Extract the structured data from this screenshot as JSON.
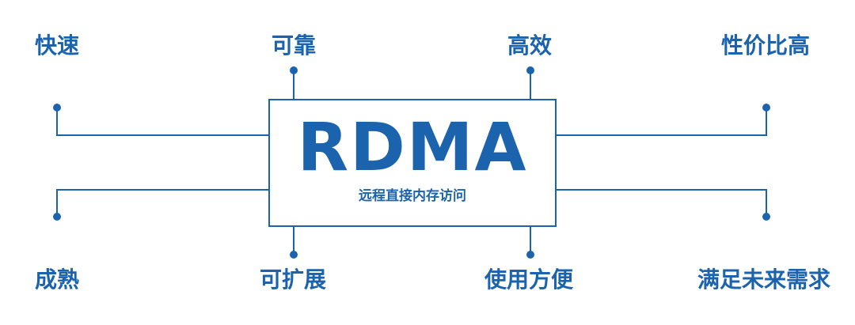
{
  "center": {
    "title": "RDMA",
    "subtitle": "远程直接内存访问"
  },
  "features": {
    "top": [
      "快速",
      "可靠",
      "高效",
      "性价比高"
    ],
    "bottom": [
      "成熟",
      "可扩展",
      "使用方便",
      "满足未来需求"
    ]
  },
  "colors": {
    "primary": "#1c63ad",
    "background": "#ffffff"
  }
}
